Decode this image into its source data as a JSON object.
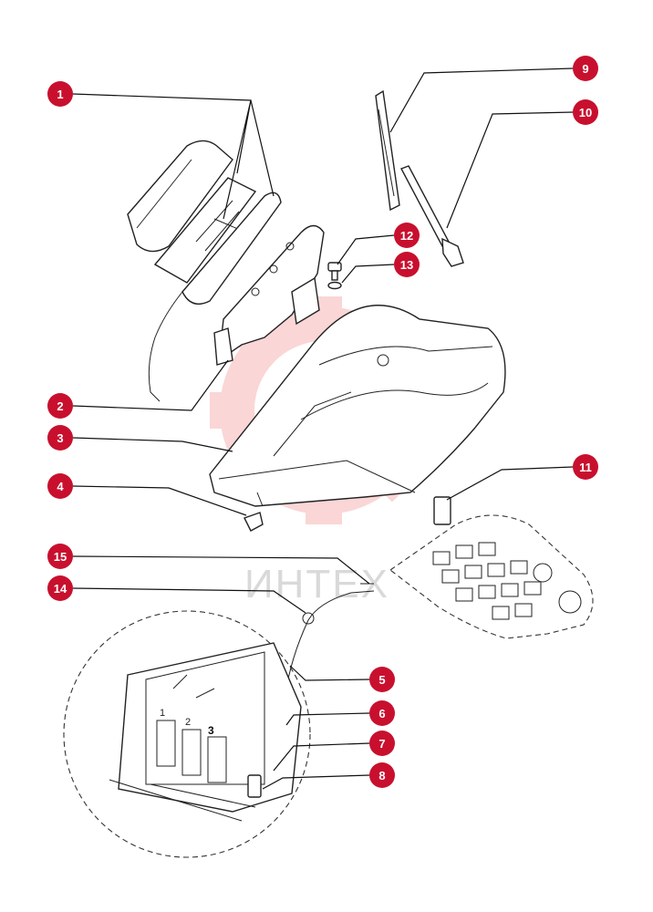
{
  "watermark": {
    "text": "ИНТЕХ",
    "color": "#f4a6a6"
  },
  "callout_color": "#c8102e",
  "callouts": [
    "1",
    "2",
    "3",
    "4",
    "5",
    "6",
    "7",
    "8",
    "9",
    "10",
    "11",
    "12",
    "13",
    "14",
    "15"
  ],
  "fuse_slots": [
    "1",
    "2",
    "3"
  ]
}
